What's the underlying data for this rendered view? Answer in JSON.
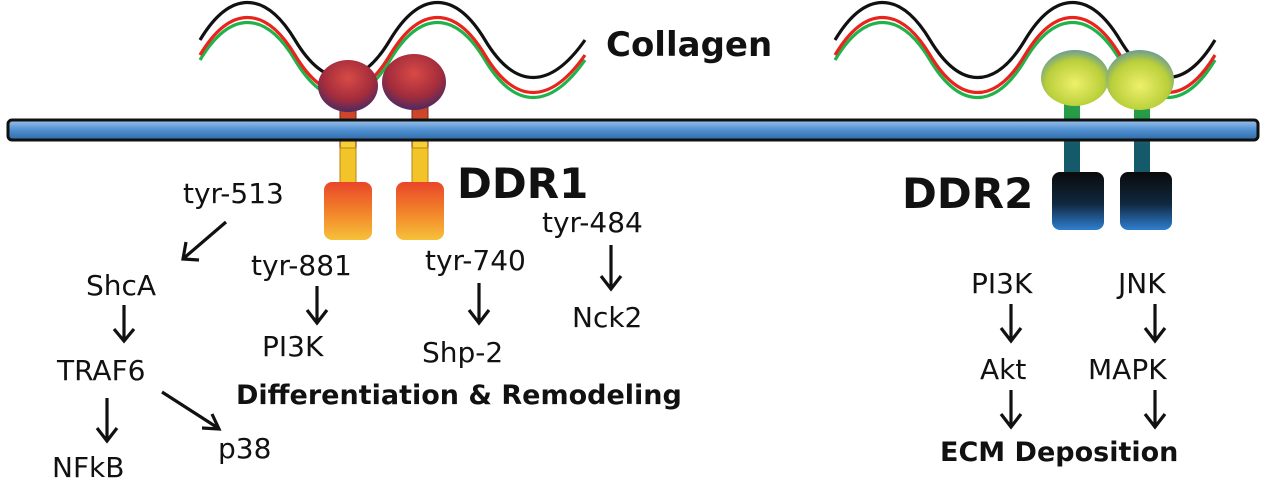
{
  "labels": {
    "collagen": "Collagen",
    "ddr1": "DDR1",
    "ddr2": "DDR2"
  },
  "ddr1_pathways": {
    "tyr513": "tyr-513",
    "shca": "ShcA",
    "traf6": "TRAF6",
    "nfkb": "NFkB",
    "p38": "p38",
    "tyr881": "tyr-881",
    "pi3k": "PI3K",
    "tyr740": "tyr-740",
    "shp2": "Shp-2",
    "tyr484": "tyr-484",
    "nck2": "Nck2",
    "outcome": "Differentiation & Remodeling"
  },
  "ddr2_pathways": {
    "pi3k": "PI3K",
    "akt": "Akt",
    "jnk": "JNK",
    "mapk": "MAPK",
    "outcome": "ECM Deposition"
  },
  "colors": {
    "helix_red": "#e8241c",
    "helix_green": "#22b24c",
    "helix_black": "#111111",
    "membrane": "#5b9bd5",
    "ddr1_head": "#b0343a",
    "ddr1_body": "#f28a22",
    "ddr2_head": "#c9d640",
    "ddr2_body": "#1a5f9e"
  }
}
